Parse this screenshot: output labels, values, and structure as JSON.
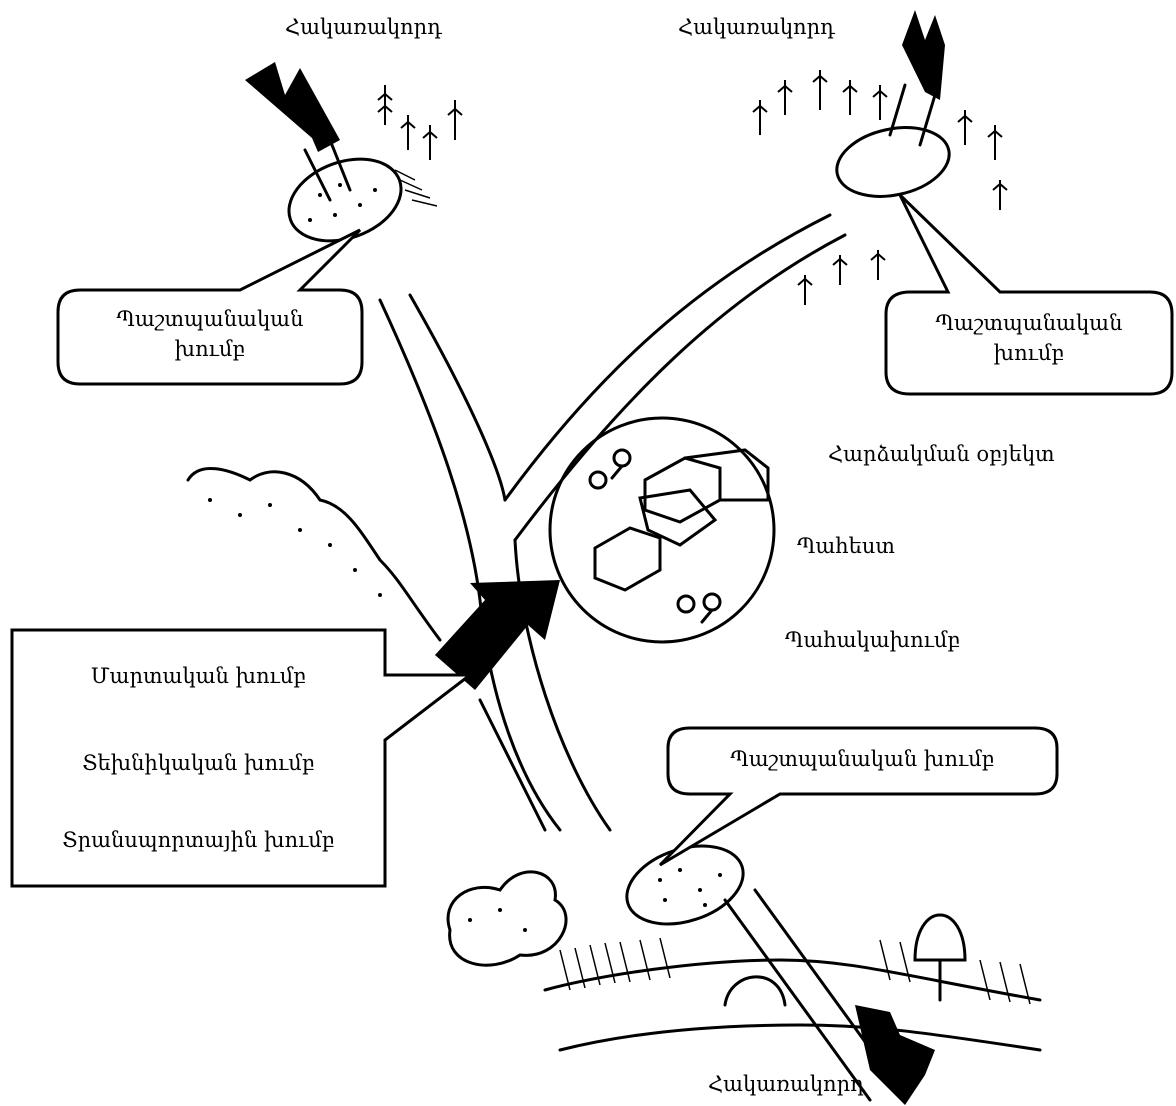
{
  "labels": {
    "enemy_top_left": "Հակառակորդ",
    "enemy_top_right": "Հակառակորդ",
    "enemy_bottom": "Հակառակորդ",
    "object": "Հարձակման օբյեկտ",
    "sentry": "Պահեստ",
    "guard": "Պահակախումբ"
  },
  "callouts": {
    "protect_left": {
      "line1": "Պաշտպանական",
      "line2": "խումբ"
    },
    "protect_right": {
      "line1": "Պաշտպանական",
      "line2": "խումբ"
    },
    "protect_bottom": "Պաշտպանական խումբ",
    "main_groups": {
      "line1": "Մարտական խումբ",
      "line2": "Տեխնիկական խումբ",
      "line3": "Տրանսպորտային խումբ"
    }
  },
  "colors": {
    "ink": "#000000",
    "paper": "#ffffff",
    "roof": "#6e6e6e"
  }
}
